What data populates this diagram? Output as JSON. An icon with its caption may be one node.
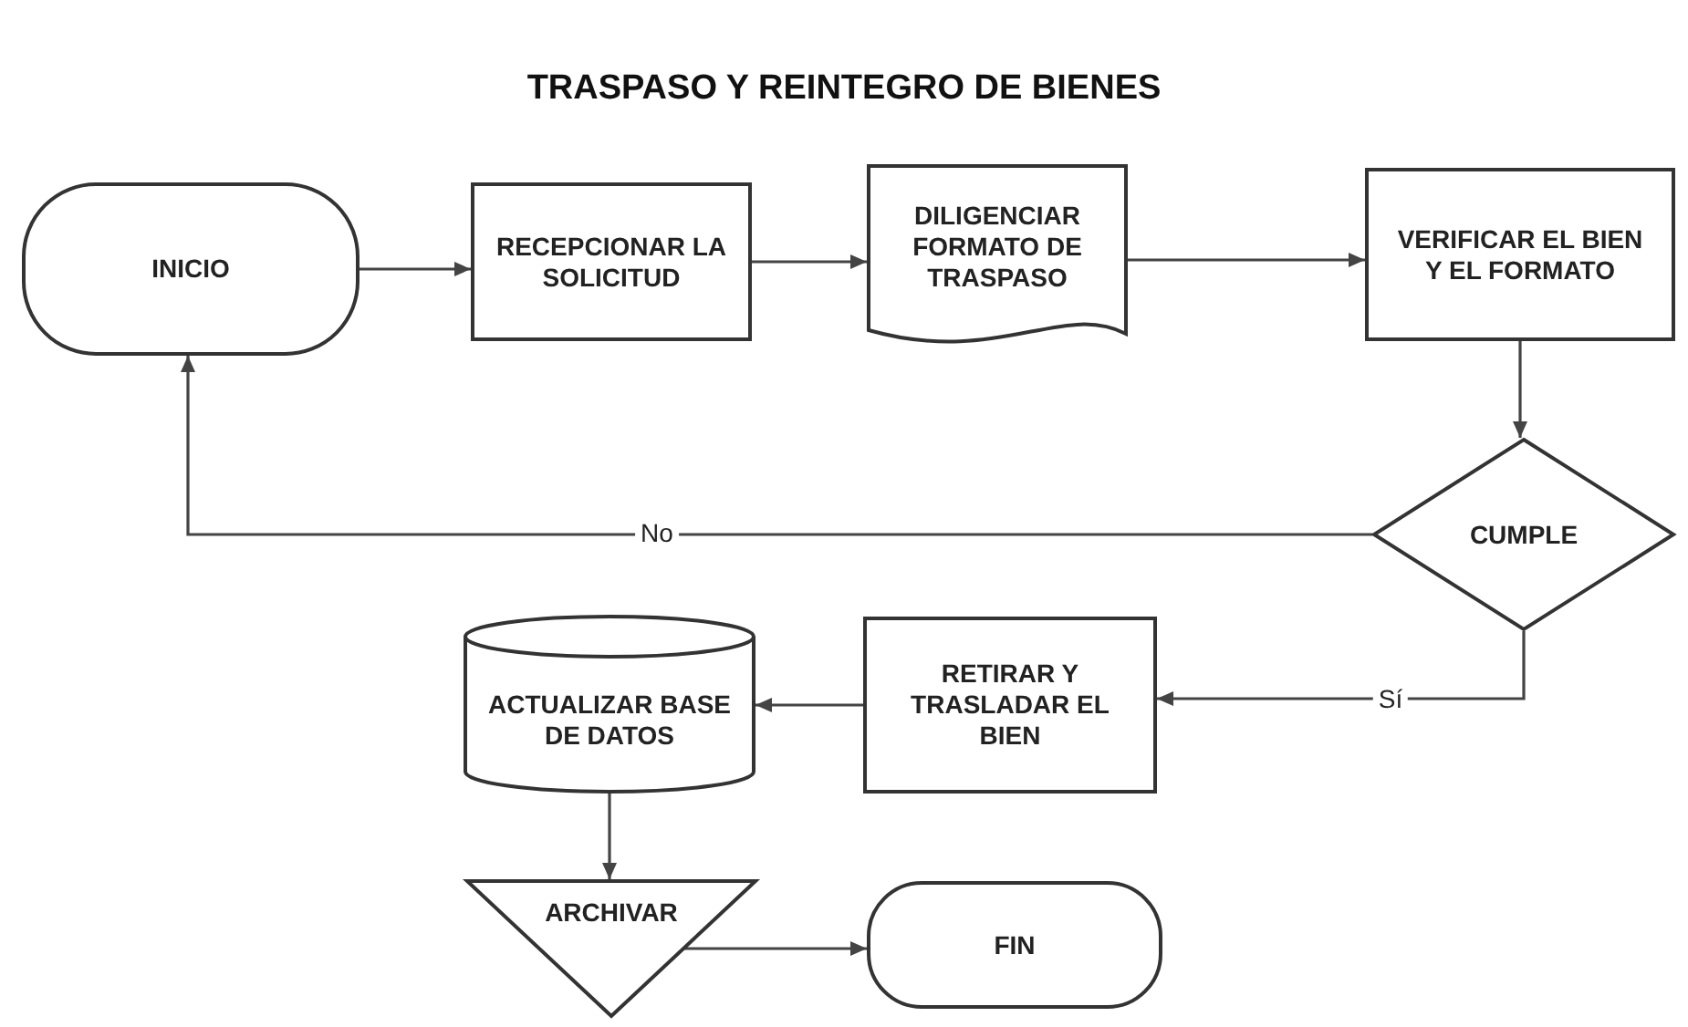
{
  "diagram": {
    "title": "TRASPASO Y REINTEGRO DE BIENES",
    "nodes": [
      {
        "text": [
          "INICIO"
        ]
      },
      {
        "text": [
          "RECEPCIONAR LA SOLICITUD"
        ]
      },
      {
        "text": [
          "DILIGENCIAR FORMATO DE TRASPASO"
        ]
      },
      {
        "text": [
          "VERIFICAR EL BIEN Y EL FORMATO"
        ]
      },
      {
        "text": [
          "CUMPLE"
        ]
      },
      {
        "text": [
          "RETIRAR Y TRASLADAR EL BIEN"
        ]
      },
      {
        "text": [
          "ACTUALIZAR BASE DE DATOS"
        ]
      },
      {
        "text": [
          "ARCHIVAR"
        ]
      },
      {
        "text": [
          "FIN"
        ]
      }
    ],
    "edges": [
      {
        "from": 0,
        "to": 1,
        "arrow": "to"
      },
      {
        "from": 1,
        "to": 2,
        "arrow": "to"
      },
      {
        "from": 2,
        "to": 3,
        "arrow": "to"
      },
      {
        "from": 3,
        "to": 4,
        "arrow": "to"
      },
      {
        "from": 4,
        "to": 0,
        "arrow": "to",
        "label": "No"
      },
      {
        "from": 4,
        "to": 5,
        "arrow": "to",
        "label": "Sí"
      },
      {
        "from": 5,
        "to": 6,
        "arrow": "to"
      },
      {
        "from": 6,
        "to": 7,
        "arrow": "to"
      },
      {
        "from": 7,
        "to": 8,
        "arrow": "to"
      }
    ]
  }
}
